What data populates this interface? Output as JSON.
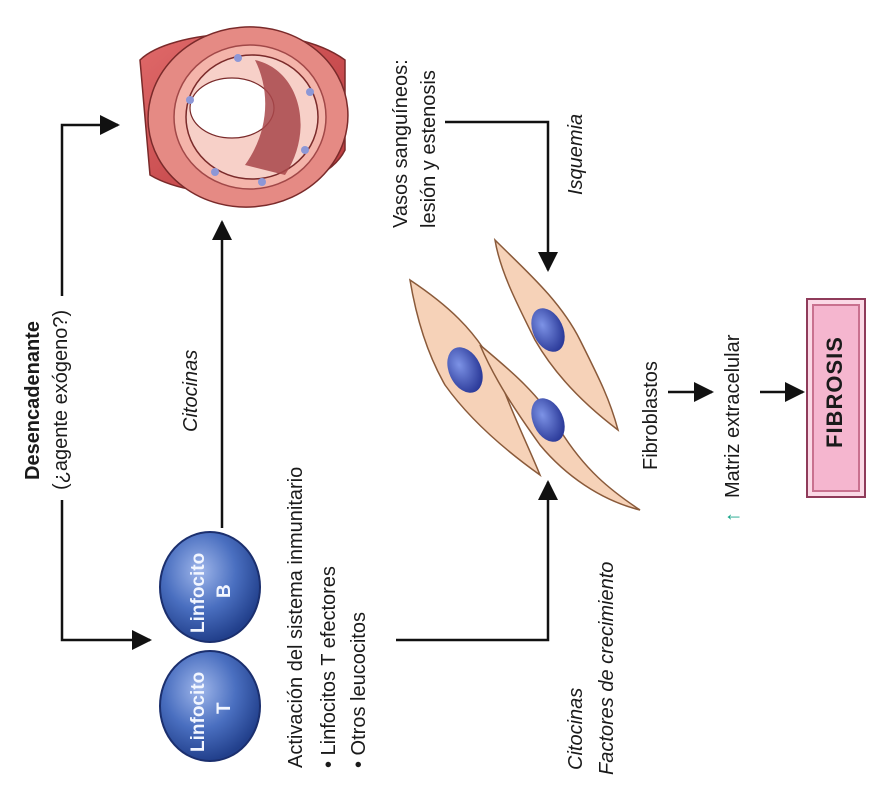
{
  "trigger": {
    "title": "Desencadenante",
    "subtitle": "(¿agente exógeno?)"
  },
  "vessels": {
    "line1": "Vasos sanguíneos:",
    "line2": "lesión y estenosis"
  },
  "ischemia": "Isquemia",
  "cytokines_top": "Citocinas",
  "immune": {
    "title": "Activación del sistema inmunitario",
    "items": [
      "• Linfocitos T efectores",
      "• Otros leucocitos"
    ]
  },
  "cell_t": {
    "line1": "Linfocito",
    "line2": "T"
  },
  "cell_b": {
    "line1": "Linfocito",
    "line2": "B"
  },
  "growth": {
    "line1": "Citocinas",
    "line2": "Factores de crecimiento"
  },
  "fibroblasts": "Fibroblastos",
  "matrix": {
    "arrow": "↑",
    "label": "Matriz extracelular"
  },
  "fibrosis": "FIBROSIS",
  "colors": {
    "vessel_outer": "#d9575a",
    "vessel_inner": "#f3a8a0",
    "fibroblast": "#f6d2b8",
    "nucleus": "#3f55b5",
    "lymphocyte": "#3d64b6",
    "fibrosis_box": "#f5b6cf",
    "matrix_arrow": "#1aa68a"
  }
}
